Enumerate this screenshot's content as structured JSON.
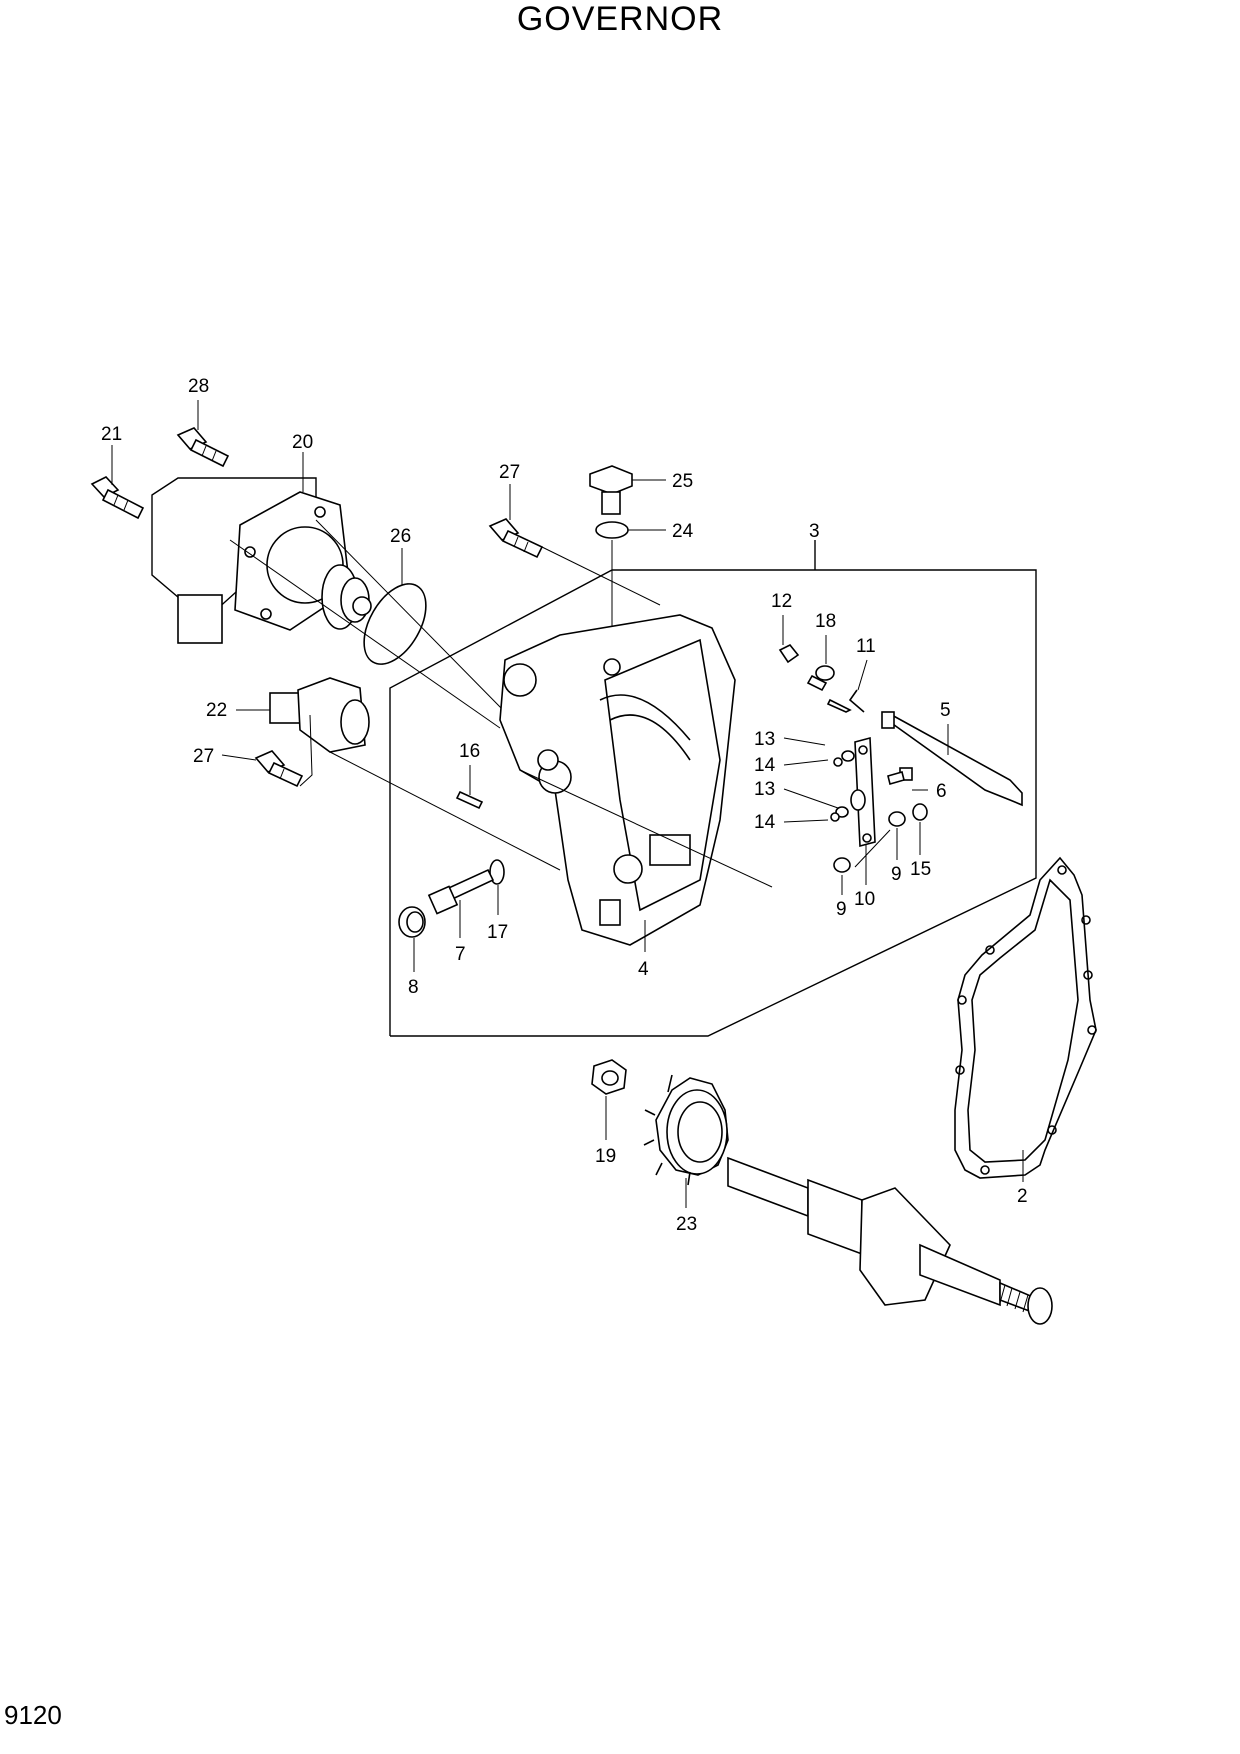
{
  "title": "GOVERNOR",
  "page_number": "9120",
  "callouts": [
    {
      "id": "c2",
      "label": "2"
    },
    {
      "id": "c3",
      "label": "3"
    },
    {
      "id": "c4",
      "label": "4"
    },
    {
      "id": "c5",
      "label": "5"
    },
    {
      "id": "c6",
      "label": "6"
    },
    {
      "id": "c7",
      "label": "7"
    },
    {
      "id": "c8",
      "label": "8"
    },
    {
      "id": "c9a",
      "label": "9"
    },
    {
      "id": "c9b",
      "label": "9"
    },
    {
      "id": "c10",
      "label": "10"
    },
    {
      "id": "c11",
      "label": "11"
    },
    {
      "id": "c12",
      "label": "12"
    },
    {
      "id": "c13a",
      "label": "13"
    },
    {
      "id": "c13b",
      "label": "13"
    },
    {
      "id": "c14a",
      "label": "14"
    },
    {
      "id": "c14b",
      "label": "14"
    },
    {
      "id": "c15",
      "label": "15"
    },
    {
      "id": "c16",
      "label": "16"
    },
    {
      "id": "c17",
      "label": "17"
    },
    {
      "id": "c18",
      "label": "18"
    },
    {
      "id": "c19",
      "label": "19"
    },
    {
      "id": "c20",
      "label": "20"
    },
    {
      "id": "c21",
      "label": "21"
    },
    {
      "id": "c22",
      "label": "22"
    },
    {
      "id": "c23",
      "label": "23"
    },
    {
      "id": "c24",
      "label": "24"
    },
    {
      "id": "c25",
      "label": "25"
    },
    {
      "id": "c26",
      "label": "26"
    },
    {
      "id": "c27a",
      "label": "27"
    },
    {
      "id": "c27b",
      "label": "27"
    },
    {
      "id": "c28",
      "label": "28"
    }
  ]
}
